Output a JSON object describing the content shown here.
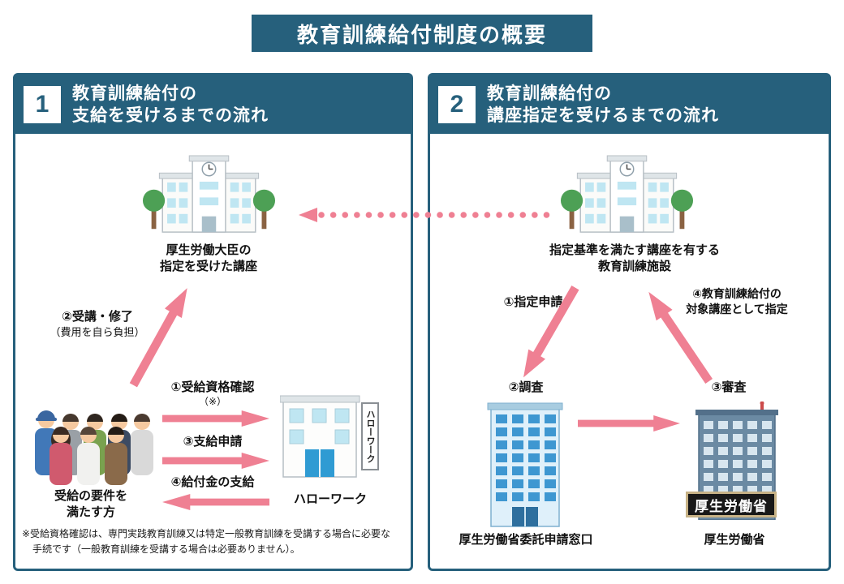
{
  "title": "教育訓練給付制度の概要",
  "colors": {
    "accent": "#26607c",
    "arrow": "#ef8093"
  },
  "panel1": {
    "number": "1",
    "title1": "教育訓練給付の",
    "title2": "支給を受けるまでの流れ",
    "course1": "厚生労働大臣の",
    "course2": "指定を受けた講座",
    "attend1": "②受講・修了",
    "attend2": "（費用を自ら負担）",
    "eligibility": "①受給資格確認",
    "eligibility_note": "（※）",
    "apply": "③支給申請",
    "payment": "④給付金の支給",
    "people1": "受給の要件を",
    "people2": "満たす方",
    "hellowork": "ハローワーク",
    "hellowork_sign": "ハローワーク",
    "footnote1": "※受給資格確認は、専門実践教育訓練又は特定一般教育訓練を受講する場合に必要な",
    "footnote2": "手続です（一般教育訓練を受講する場合は必要ありません）。"
  },
  "panel2": {
    "number": "2",
    "title1": "教育訓練給付の",
    "title2": "講座指定を受けるまでの流れ",
    "facility1": "指定基準を満たす講座を有する",
    "facility2": "教育訓練施設",
    "apply": "①指定申請",
    "designate1": "④教育訓練給付の",
    "designate2": "対象講座として指定",
    "survey": "②調査",
    "review": "③審査",
    "office": "厚生労働省委託申請窓口",
    "mhlw": "厚生労働省",
    "mhlw_sign": "厚生労働省"
  }
}
